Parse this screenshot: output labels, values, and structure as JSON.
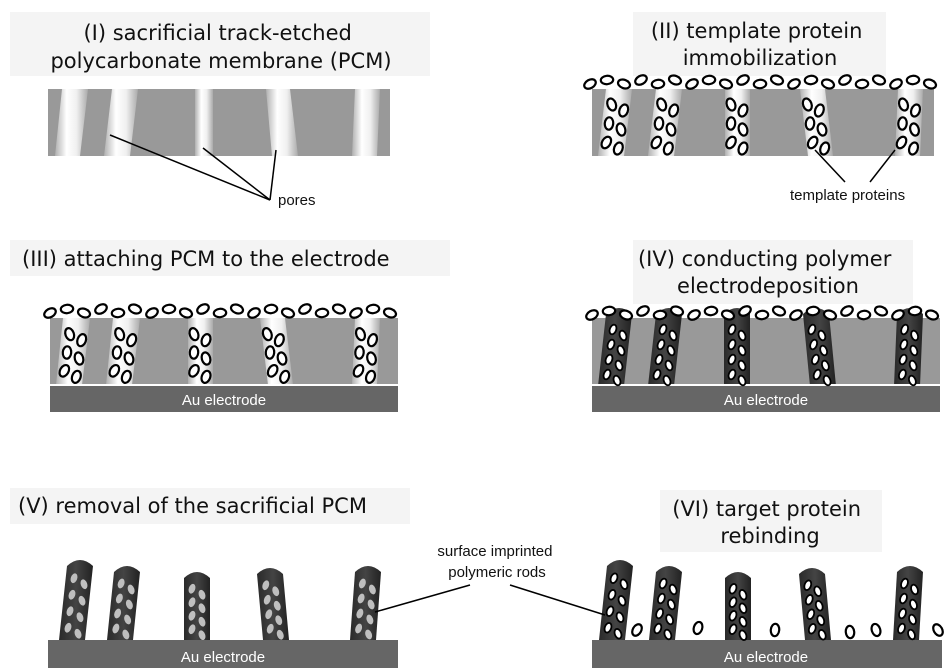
{
  "panels": [
    {
      "id": "I",
      "title_lines": [
        "(I) sacrificial track-etched",
        "polycarbonate membrane (PCM)"
      ]
    },
    {
      "id": "II",
      "title_lines": [
        "(II) template protein",
        "immobilization"
      ]
    },
    {
      "id": "III",
      "title_lines": [
        "(III) attaching PCM to the electrode"
      ]
    },
    {
      "id": "IV",
      "title_lines": [
        "(IV) conducting polymer",
        "electrodeposition"
      ]
    },
    {
      "id": "V",
      "title_lines": [
        "(V) removal of the sacrificial PCM"
      ]
    },
    {
      "id": "VI",
      "title_lines": [
        "(VI) target protein",
        "rebinding"
      ]
    }
  ],
  "callouts": {
    "pores": "pores",
    "template_proteins": "template proteins",
    "rods_line1": "surface imprinted",
    "rods_line2": "polymeric rods"
  },
  "electrode_label": "Au electrode",
  "colors": {
    "membrane": "#999999",
    "electrode": "#666666",
    "rod": "#333333",
    "pore_light": "#f2f2f2",
    "title_bg": "#f4f4f4"
  }
}
